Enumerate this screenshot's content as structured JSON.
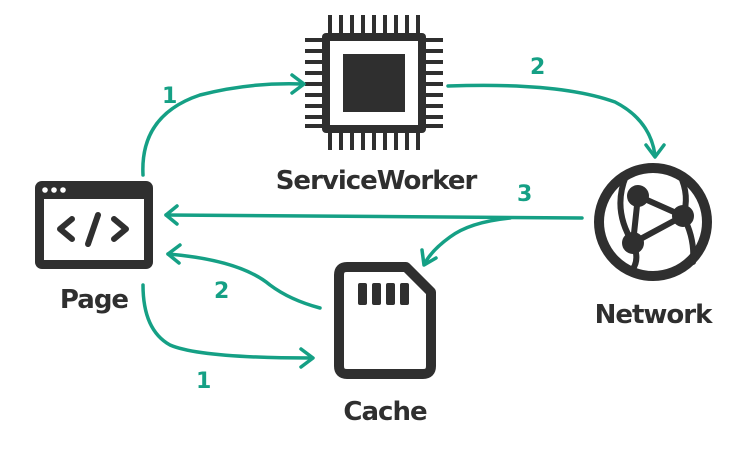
{
  "nodes": {
    "page": {
      "label": "Page",
      "icon": "browser-code-icon"
    },
    "service_worker": {
      "label": "ServiceWorker",
      "icon": "cpu-chip-icon"
    },
    "network": {
      "label": "Network",
      "icon": "network-globe-icon"
    },
    "cache": {
      "label": "Cache",
      "icon": "sd-card-icon"
    }
  },
  "steps": {
    "page_to_sw": "1",
    "sw_to_network": "2",
    "network_to_page": "3",
    "cache_to_page": "2",
    "page_to_cache": "1"
  },
  "colors": {
    "arrow": "#15a085",
    "icon": "#2f2f2f",
    "background": "#ffffff"
  }
}
